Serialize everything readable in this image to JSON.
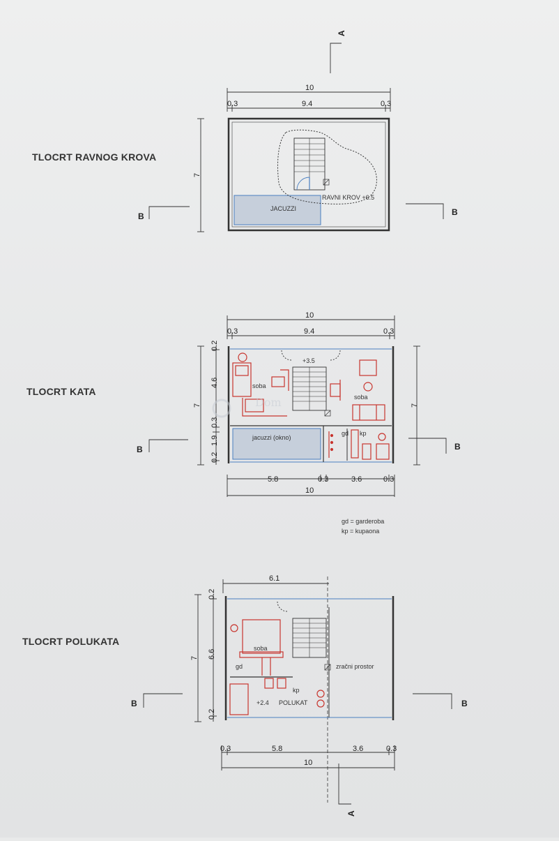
{
  "section_marks": {
    "a": "A",
    "b": "B"
  },
  "plan1": {
    "title": "TLOCRT RAVNOG KROVA",
    "dim_top_total": "10",
    "dim_top_left": "0.3",
    "dim_top_mid": "9.4",
    "dim_top_right": "0.3",
    "dim_left": "7",
    "jacuzzi": "JACUZZI",
    "roof_label": "RAVNI KROV +6.5"
  },
  "plan2": {
    "title": "TLOCRT KATA",
    "dim_top_total": "10",
    "dim_top_left": "0.3",
    "dim_top_mid": "9.4",
    "dim_top_right": "0.3",
    "dim_left_total": "7",
    "dim_right_total": "7",
    "dim_v1": "0.2",
    "dim_v2": "4.6",
    "dim_v3": "0.3",
    "dim_v4": "1.9",
    "dim_v5": "0.2",
    "level": "+3.5",
    "room1": "soba",
    "room2": "soba",
    "gd": "gd",
    "kp": "kp",
    "jacuzzi": "jacuzzi (okno)",
    "dim_bottom1": "5.8",
    "dim_bottom2": "0.3",
    "dim_bottom3": "3.6",
    "dim_bottom4": "0.3",
    "dim_bottom_total": "10",
    "legend1": "gd = garderoba",
    "legend2": "kp = kupaona"
  },
  "plan3": {
    "title": "TLOCRT POLUKATA",
    "dim_top": "6.1",
    "dim_left_total": "7",
    "dim_v1": "0.2",
    "dim_v2": "6.6",
    "dim_v3": "0.2",
    "room": "soba",
    "gd": "gd",
    "kp": "kp",
    "level": "+2.4",
    "polukat": "POLUKAT",
    "void": "zračni prostor",
    "dim_bottom1": "0.3",
    "dim_bottom2": "5.8",
    "dim_bottom3": "3.6",
    "dim_bottom4": "0.3",
    "dim_bottom_total": "10"
  }
}
